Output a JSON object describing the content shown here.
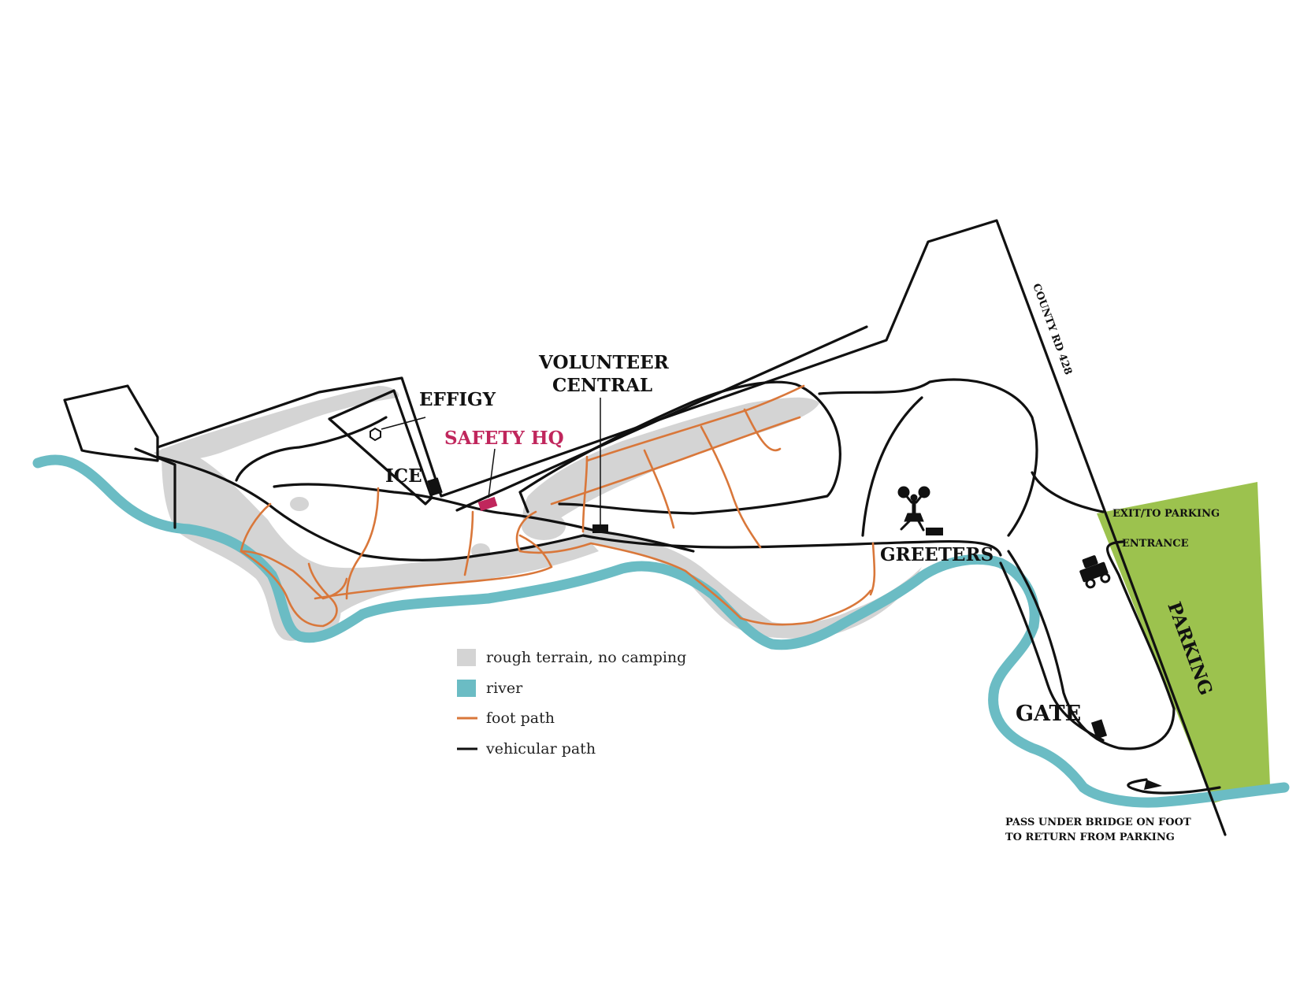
{
  "colors": {
    "river": "#6bbcc4",
    "rough_terrain": "#d4d4d4",
    "foot_path": "#d9773a",
    "vehicular_path": "#111111",
    "parking": "#9cc24e",
    "safety_hq": "#c0265c"
  },
  "places": {
    "effigy": "EFFIGY",
    "safety_hq": "SAFETY HQ",
    "volunteer_line1": "VOLUNTEER",
    "volunteer_line2": "CENTRAL",
    "ice": "ICE",
    "greeters": "GREETERS",
    "gate": "GATE",
    "parking": "PARKING",
    "road": "COUNTY RD 428",
    "exit": "EXIT/TO PARKING",
    "entrance": "ENTRANCE",
    "note_line1": "PASS UNDER BRIDGE ON FOOT",
    "note_line2": "TO RETURN FROM PARKING"
  },
  "icons": {
    "effigy": "hexagon-icon",
    "greeters": "cheerleader-icon",
    "parking_entrance": "vehicle-icon"
  },
  "legend": [
    {
      "label": "rough terrain, no camping",
      "kind": "rough"
    },
    {
      "label": "river",
      "kind": "river"
    },
    {
      "label": "foot path",
      "kind": "foot"
    },
    {
      "label": "vehicular path",
      "kind": "road"
    }
  ]
}
